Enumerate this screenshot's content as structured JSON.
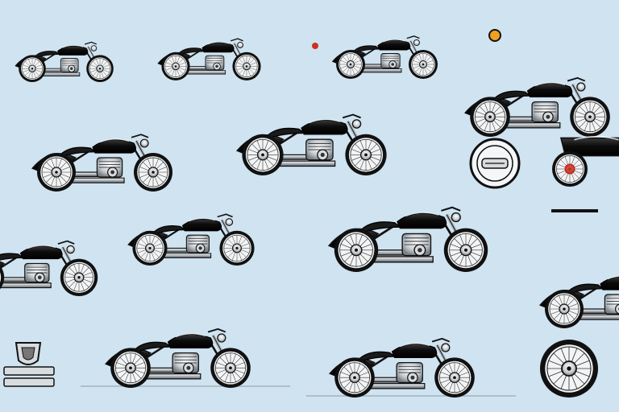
{
  "scene": {
    "background": "#cfe3f1",
    "ink": "#1a1a1a",
    "chrome": "#d9dde0",
    "tank": "#111111",
    "accent_red": "#d0301e",
    "accent_orange": "#f0a020"
  },
  "motorcycles": [
    {
      "id": "moto-1",
      "style": "cruiser",
      "facing": "right"
    },
    {
      "id": "moto-2",
      "style": "cruiser",
      "facing": "right"
    },
    {
      "id": "moto-3",
      "style": "touring",
      "facing": "right"
    },
    {
      "id": "moto-4",
      "style": "touring",
      "facing": "right"
    },
    {
      "id": "moto-5",
      "style": "chopper",
      "facing": "right"
    },
    {
      "id": "moto-6",
      "style": "cafe-racer",
      "facing": "right"
    },
    {
      "id": "moto-7",
      "style": "chopper",
      "facing": "right"
    },
    {
      "id": "moto-8",
      "style": "cruiser",
      "facing": "right"
    },
    {
      "id": "moto-9",
      "style": "touring",
      "facing": "right"
    },
    {
      "id": "moto-10",
      "style": "dirt",
      "facing": "right"
    },
    {
      "id": "moto-11",
      "style": "bobber",
      "facing": "right"
    },
    {
      "id": "moto-12",
      "style": "cruiser",
      "facing": "right"
    },
    {
      "id": "moto-13",
      "style": "partial",
      "facing": "right"
    }
  ],
  "ornaments": [
    {
      "id": "badge-emblem",
      "kind": "emblem"
    },
    {
      "id": "round-badge",
      "kind": "badge"
    },
    {
      "id": "wheel-fragment",
      "kind": "wheel"
    }
  ]
}
